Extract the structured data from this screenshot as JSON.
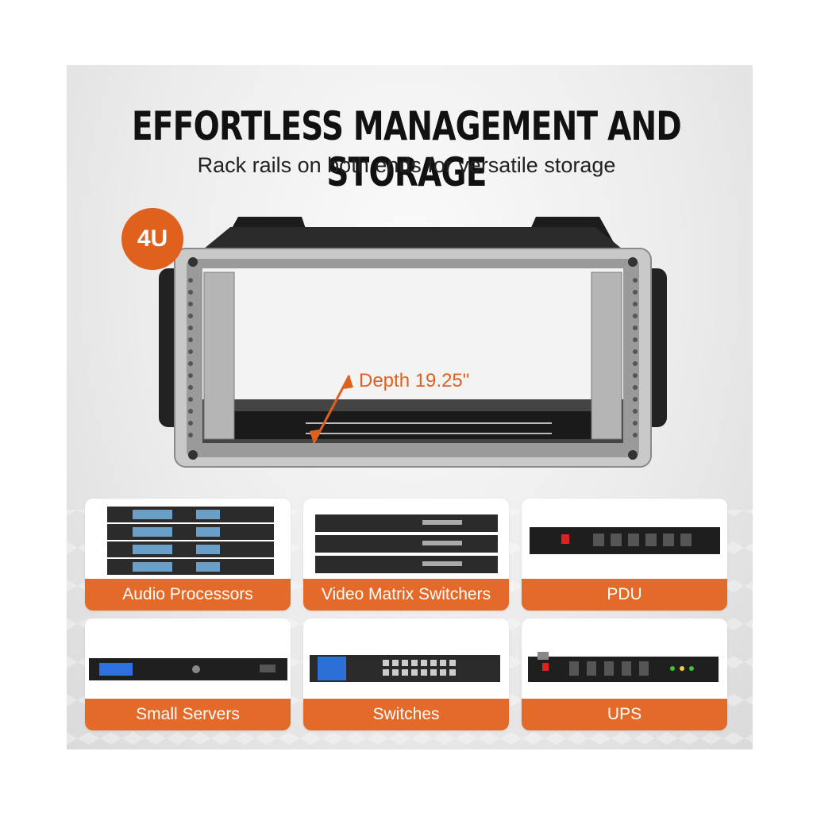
{
  "header": {
    "title": "EFFORTLESS MANAGEMENT AND STORAGE",
    "subtitle": "Rack rails on both ends for versatile storage"
  },
  "badge": "4U",
  "depth_label": "Depth 19.25\"",
  "colors": {
    "accent": "#e0611e",
    "label_bg": "#e46a2a"
  },
  "devices": [
    {
      "label": "Audio Processors"
    },
    {
      "label": "Video Matrix Switchers"
    },
    {
      "label": "PDU"
    },
    {
      "label": "Small Servers"
    },
    {
      "label": "Switches"
    },
    {
      "label": "UPS"
    }
  ]
}
